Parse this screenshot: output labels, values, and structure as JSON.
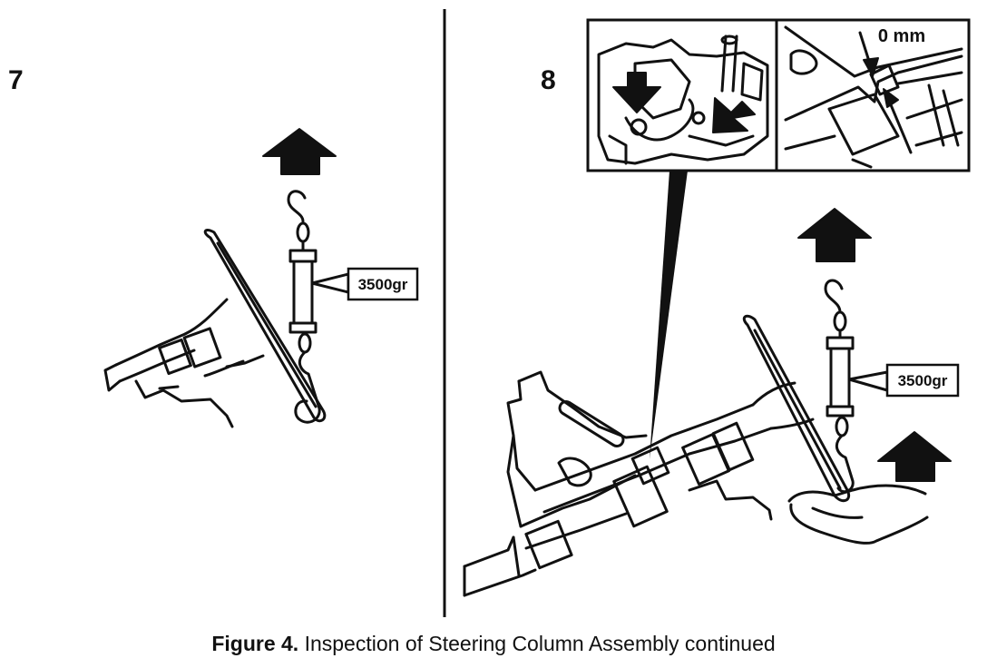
{
  "panels": [
    {
      "step": "7",
      "gauge_reading": "3500gr"
    },
    {
      "step": "8",
      "gauge_reading": "3500gr",
      "inset_dimension": "0 mm"
    }
  ],
  "caption": {
    "figure_label": "Figure 4.",
    "text": "Inspection of Steering Column Assembly continued"
  }
}
